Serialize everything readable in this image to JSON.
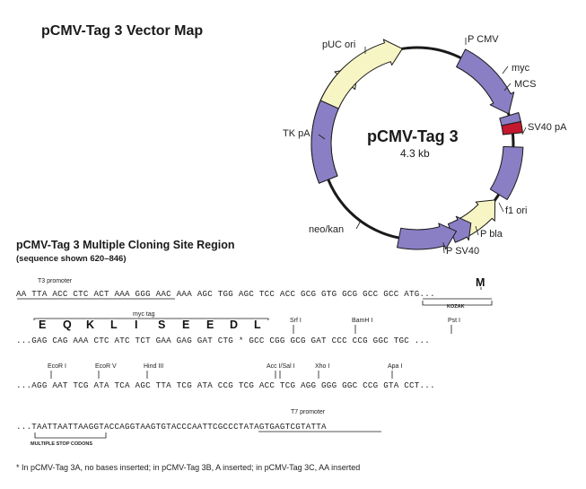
{
  "title": "pCMV-Tag 3 Vector Map",
  "plasmid": {
    "name": "pCMV-Tag 3",
    "size": "4.3 kb",
    "features": [
      {
        "label": "P CMV"
      },
      {
        "label": "myc"
      },
      {
        "label": "MCS"
      },
      {
        "label": "SV40 pA"
      },
      {
        "label": "f1 ori"
      },
      {
        "label": "P bla"
      },
      {
        "label": "P SV40"
      },
      {
        "label": "neo/kan"
      },
      {
        "label": "TK pA"
      },
      {
        "label": "pUC ori"
      }
    ],
    "colors": {
      "purple": "#8a7fc4",
      "yellow": "#f7f5c4",
      "red": "#c4182e",
      "outline": "#1a1a1a"
    }
  },
  "mcs": {
    "title": "pCMV-Tag 3 Multiple Cloning Site Region",
    "subtitle": "(sequence shown 620–846)",
    "t3_promoter": "T3 promoter",
    "line1": "AA TTA ACC CTC ACT AAA GGG AAC AAA AGC TGG AGC TCC ACC GCG GTG GCG GCC GCC ATG...",
    "kozak_aa": "M",
    "kozak": "KOZAK",
    "myc_tag": "myc tag",
    "amino_acids": [
      "E",
      "Q",
      "K",
      "L",
      "I",
      "S",
      "E",
      "E",
      "D",
      "L"
    ],
    "line2": "...GAG CAG AAA CTC ATC TCT GAA GAG GAT CTG * GCC CGG GCG GAT CCC CCG GGC TGC ...",
    "sites2": [
      "Srf I",
      "BamH I",
      "Pst I"
    ],
    "sites3": [
      "EcoR I",
      "EcoR V",
      "Hind III",
      "Acc I/Sal I",
      "Xho I",
      "Apa I"
    ],
    "line3": "...AGG AAT TCG ATA TCA AGC TTA TCG ATA CCG TCG ACC TCG AGG GGG GGC CCG GTA CCT...",
    "t7_promoter": "T7 promoter",
    "line4": "...TAATTAATTAAGGTACCAGGTAAGTGTACCCAATTCGCCCTATAGTGAGTCGTATTA",
    "stop_codons": "MULTIPLE STOP CODONS",
    "footnote": "* In pCMV-Tag 3A, no bases inserted; in pCMV-Tag 3B, A inserted; in pCMV-Tag 3C, AA inserted"
  }
}
